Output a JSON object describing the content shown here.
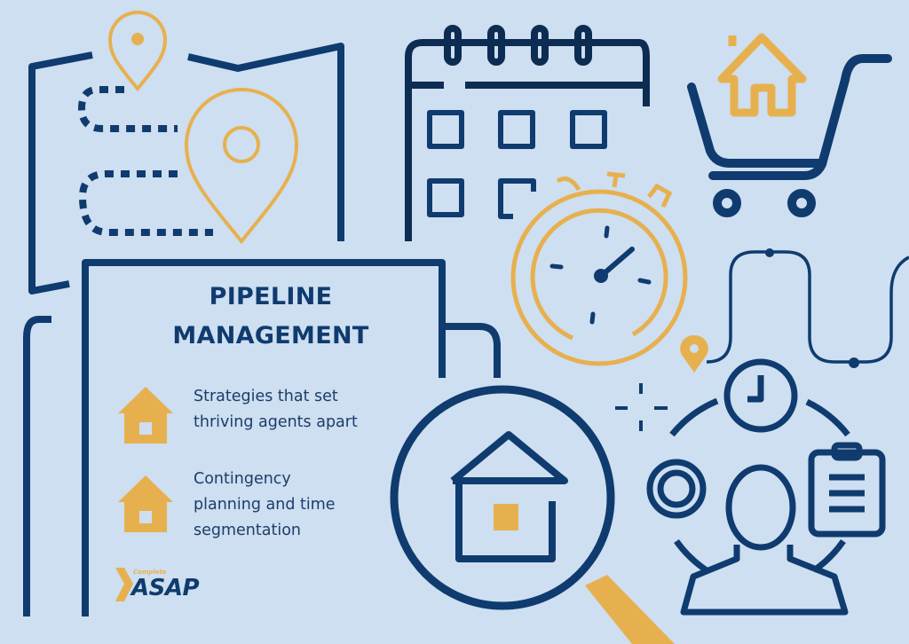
{
  "header": {
    "title_line1": "PIPELINE",
    "title_line2": "MANAGEMENT"
  },
  "bullets": [
    {
      "icon": "house-icon",
      "line1": "Strategies that set",
      "line2": "thriving agents apart"
    },
    {
      "icon": "house-icon",
      "line1": "Contingency",
      "line2": "planning and time",
      "line3": "segmentation"
    }
  ],
  "logo": {
    "sub": "Complete",
    "main": "ASAP"
  },
  "illustrations": [
    "map-route-icon",
    "calendar-icon",
    "stopwatch-icon",
    "shopping-cart-house-icon",
    "magnifier-house-icon",
    "agent-workflow-icon",
    "timeline-path-icon"
  ],
  "colors": {
    "background": "#cddff0",
    "navy": "#0f3b6f",
    "gold": "#e7b04f"
  }
}
